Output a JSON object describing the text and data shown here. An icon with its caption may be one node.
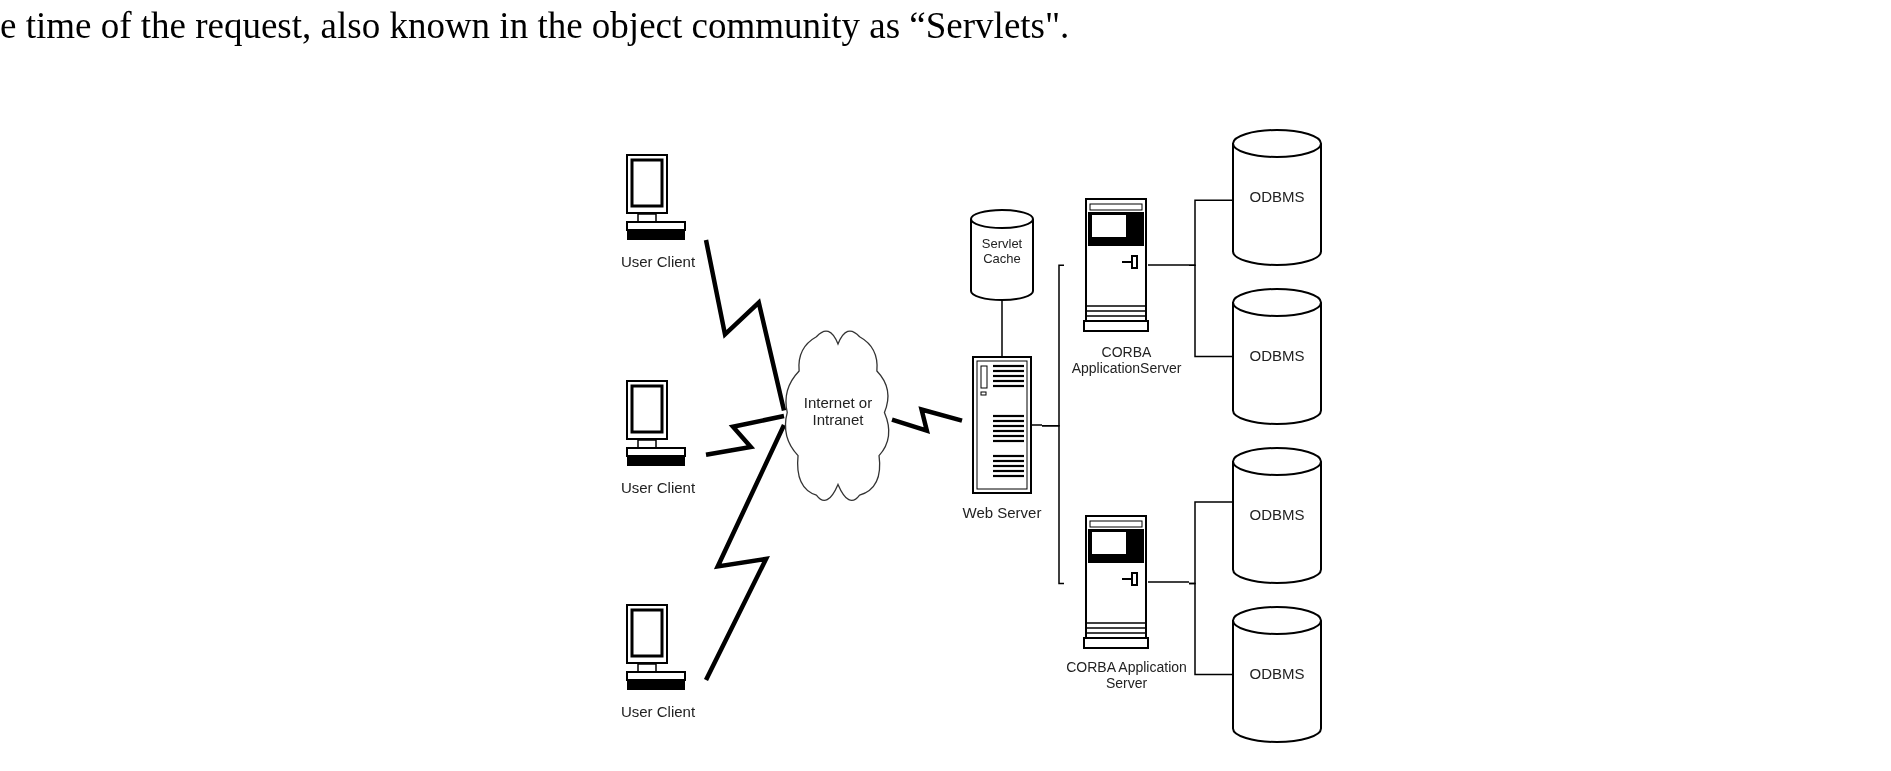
{
  "diagram": {
    "nodes": [
      {
        "text": [
          "User Client"
        ]
      },
      {
        "text": [
          "User Client"
        ]
      },
      {
        "text": [
          "User Client"
        ]
      },
      {
        "text": [
          "Internet or Intranet"
        ]
      },
      {
        "text": [
          "Servlet Cache"
        ]
      },
      {
        "text": [
          "Web Server"
        ]
      },
      {
        "text": [
          "CORBA ApplicationServer"
        ]
      },
      {
        "text": [
          "CORBA Application Server"
        ]
      },
      {
        "text": [
          "ODBMS"
        ]
      },
      {
        "text": [
          "ODBMS"
        ]
      },
      {
        "text": [
          "ODBMS"
        ]
      },
      {
        "text": [
          "ODBMS"
        ]
      }
    ],
    "edges": [
      {
        "from": 0,
        "to": 3,
        "arrow": "none",
        "style": "thick"
      },
      {
        "from": 1,
        "to": 3,
        "arrow": "none",
        "style": "thick"
      },
      {
        "from": 2,
        "to": 3,
        "arrow": "none",
        "style": "thick"
      },
      {
        "from": 3,
        "to": 5,
        "arrow": "none",
        "style": "thick"
      },
      {
        "from": 4,
        "to": 5,
        "arrow": "none"
      },
      {
        "from": 5,
        "to": 6,
        "arrow": "none"
      },
      {
        "from": 5,
        "to": 7,
        "arrow": "none"
      },
      {
        "from": 6,
        "to": 8,
        "arrow": "none"
      },
      {
        "from": 6,
        "to": 9,
        "arrow": "none"
      },
      {
        "from": 7,
        "to": 10,
        "arrow": "none"
      },
      {
        "from": 7,
        "to": 11,
        "arrow": "none"
      }
    ],
    "labels": [
      "e time of the request, also known in the object community as “Servlets\"."
    ]
  }
}
